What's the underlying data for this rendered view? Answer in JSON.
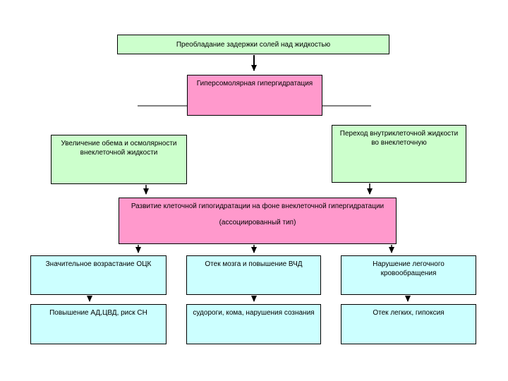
{
  "colors": {
    "green": "#ccffcc",
    "pink": "#ff99cc",
    "cyan": "#ccffff",
    "border": "#000000",
    "arrow": "#000000"
  },
  "nodes": {
    "salt_retention": {
      "lines": [
        "Преобладание задержки солей над жидкостью"
      ]
    },
    "hyperosmolar": {
      "lines": [
        "Гиперсомолярная гипергидратация"
      ]
    },
    "ecf_increase": {
      "lines": [
        "Увеличение обема и осмолярности",
        "внеклеточной жидкости"
      ]
    },
    "icf_shift": {
      "lines": [
        "Переход внутриклеточной жидкости",
        "во  внеклеточную"
      ]
    },
    "cell_dehydration": {
      "lines": [
        "Развитие клеточной гипогидратации на фоне внеклеточной гипергидратации",
        "(ассоциированный тип)"
      ]
    },
    "bcc_increase": {
      "lines": [
        "Значительное возрастание ОЦК"
      ]
    },
    "brain_edema": {
      "lines": [
        "Отек мозга и повышение ВЧД"
      ]
    },
    "pulmonary_circulation": {
      "lines": [
        "Нарушение легочного",
        "кровообращения"
      ]
    },
    "bp_increase": {
      "lines": [
        "Повышение АД,ЦВД, риск СН"
      ]
    },
    "seizures": {
      "lines": [
        "судороги, кома, нарушения сознания"
      ]
    },
    "lung_edema": {
      "lines": [
        "Отек легких, гипоксия"
      ]
    }
  },
  "edges": [
    {
      "from": "salt_retention",
      "to": "hyperosmolar"
    },
    {
      "from": "ecf_increase",
      "to": "cell_dehydration"
    },
    {
      "from": "icf_shift",
      "to": "cell_dehydration"
    },
    {
      "from": "cell_dehydration",
      "to": "bcc_increase"
    },
    {
      "from": "cell_dehydration",
      "to": "brain_edema"
    },
    {
      "from": "cell_dehydration",
      "to": "pulmonary_circulation"
    },
    {
      "from": "bcc_increase",
      "to": "bp_increase"
    },
    {
      "from": "brain_edema",
      "to": "seizures"
    },
    {
      "from": "pulmonary_circulation",
      "to": "lung_edema"
    }
  ]
}
